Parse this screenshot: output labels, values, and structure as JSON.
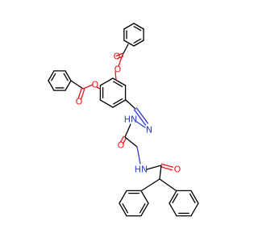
{
  "structure": {
    "atom_labels": [
      {
        "id": "o-ester-upper-carbonyl",
        "text": "O"
      },
      {
        "id": "o-ester-upper-ether",
        "text": "O"
      },
      {
        "id": "o-ester-left-carbonyl",
        "text": "O"
      },
      {
        "id": "o-ester-left-ether",
        "text": "O"
      },
      {
        "id": "n-hydrazone",
        "text": "N"
      },
      {
        "id": "nh-hydrazide",
        "text": "HN"
      },
      {
        "id": "o-hydrazide-carbonyl",
        "text": "O"
      },
      {
        "id": "nh-amide",
        "text": "HN"
      },
      {
        "id": "o-amide-carbonyl",
        "text": "O"
      }
    ]
  },
  "colors": {
    "bond": "#000000",
    "oxygen": "#e8141b",
    "nitrogen": "#2b3bd6",
    "background": "#ffffff"
  }
}
